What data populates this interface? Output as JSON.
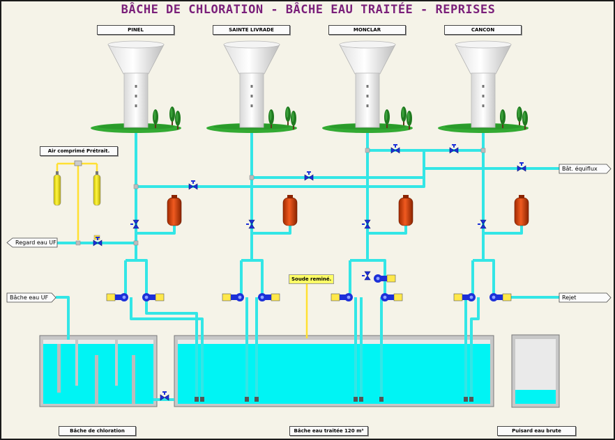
{
  "title": "BÂCHE DE CHLORATION - BÂCHE EAU TRAITÉE - REPRISES",
  "towers": [
    {
      "label": "PINEL"
    },
    {
      "label": "SAINTE LIVRADE"
    },
    {
      "label": "MONCLAR"
    },
    {
      "label": "CANCON"
    }
  ],
  "labels": {
    "compressed_air": "Air comprimé Prétrait.",
    "regard_uf": "Regard eau UF",
    "bache_uf": "Bâche eau UF",
    "bat_equiflux": "Bât. équiflux",
    "rejet": "Rejet",
    "soude": "Soude reminé.",
    "tank_chloration": "Bâche de chloration",
    "tank_treated": "Bâche eau traitée 120 m³",
    "tank_raw": "Puisard eau brute"
  },
  "colors": {
    "title": "#7a1f7a",
    "pipe": "#33e6e6",
    "water": "#00f4f4",
    "valve": "#1c2fd8",
    "hydrophore": "#cc3300",
    "air_pipe": "#ffe033",
    "cylinder": "#f2e600"
  }
}
